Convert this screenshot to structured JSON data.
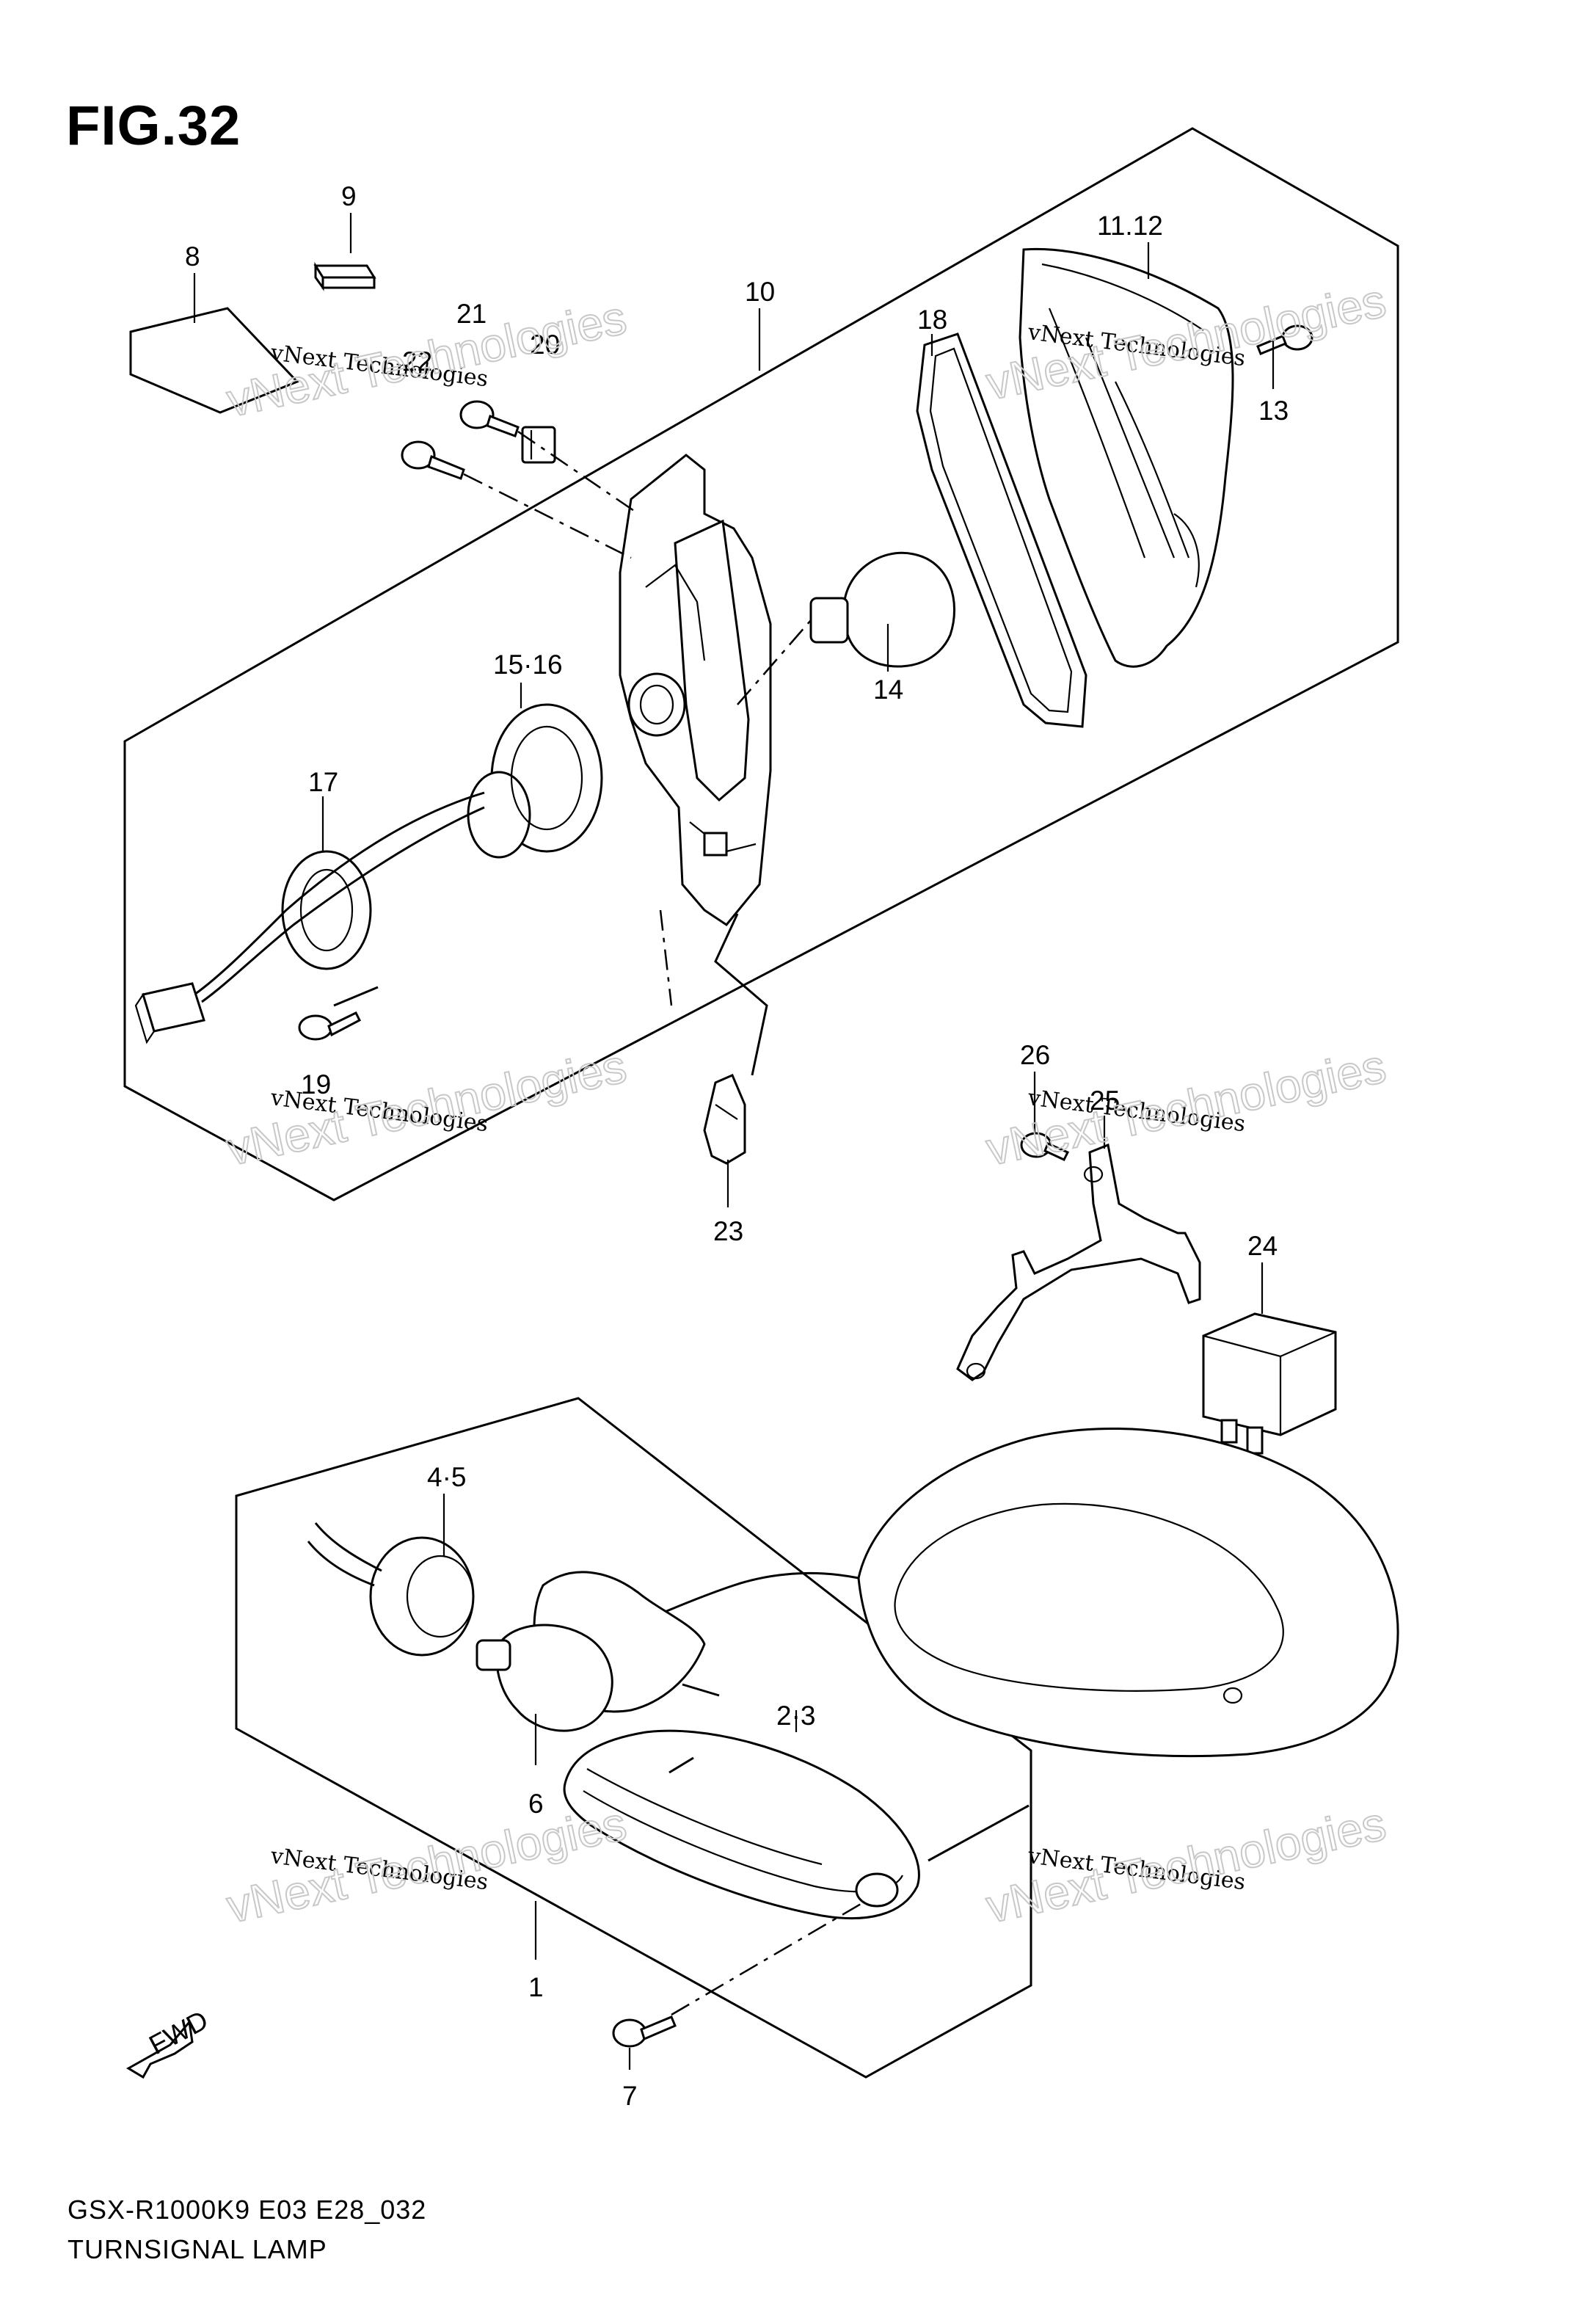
{
  "title": "FIG.32",
  "footer": {
    "model_code": "GSX-R1000K9 E03 E28_032",
    "section_name": "TURNSIGNAL LAMP"
  },
  "watermark": {
    "small_text": "vNext Technologies",
    "large_text": "vNext Technologies"
  },
  "direction_indicator": "FWD",
  "part_labels": {
    "p1": "1",
    "p2_3": "2·3",
    "p4_5": "4·5",
    "p6": "6",
    "p7": "7",
    "p8": "8",
    "p9": "9",
    "p10": "10",
    "p11_12": "11.12",
    "p13": "13",
    "p14": "14",
    "p15_16": "15·16",
    "p17": "17",
    "p18": "18",
    "p19": "19",
    "p20": "20",
    "p21": "21",
    "p22": "22",
    "p23": "23",
    "p24": "24",
    "p25": "25",
    "p26": "26"
  },
  "colors": {
    "line": "#000000",
    "background": "#ffffff",
    "watermark_outline": "#c8c8c8"
  }
}
